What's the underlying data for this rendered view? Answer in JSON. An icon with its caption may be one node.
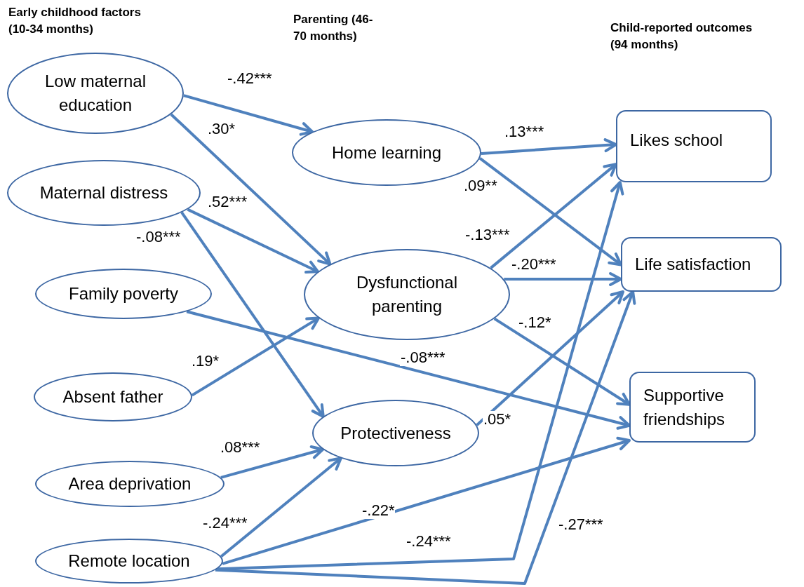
{
  "diagram": {
    "nodes": [
      {
        "text": [
          "Low maternal education"
        ]
      },
      {
        "text": [
          "Maternal distress"
        ]
      },
      {
        "text": [
          "Family poverty"
        ]
      },
      {
        "text": [
          "Absent father"
        ]
      },
      {
        "text": [
          "Area deprivation"
        ]
      },
      {
        "text": [
          "Remote location"
        ]
      },
      {
        "text": [
          "Home learning"
        ]
      },
      {
        "text": [
          "Dysfunctional parenting"
        ]
      },
      {
        "text": [
          "Protectiveness"
        ]
      },
      {
        "text": [
          "Likes school"
        ]
      },
      {
        "text": [
          "Life satisfaction"
        ]
      },
      {
        "text": [
          "Supportive friendships"
        ]
      }
    ],
    "edges": [
      {
        "from": 0,
        "to": 6,
        "arrow": "to",
        "label": "-.42***"
      },
      {
        "from": 0,
        "to": 7,
        "arrow": "to",
        "label": ".30*"
      },
      {
        "from": 1,
        "to": 7,
        "arrow": "to",
        "label": ".52***"
      },
      {
        "from": 1,
        "to": 8,
        "arrow": "to",
        "label": "-.08***"
      },
      {
        "from": 2,
        "to": 11,
        "arrow": "to",
        "label": "-.08***"
      },
      {
        "from": 3,
        "to": 7,
        "arrow": "to",
        "label": ".19*"
      },
      {
        "from": 4,
        "to": 8,
        "arrow": "to",
        "label": ".08***"
      },
      {
        "from": 5,
        "to": 8,
        "arrow": "to",
        "label": "-.24***"
      },
      {
        "from": 5,
        "to": 11,
        "arrow": "to",
        "label": "-.22*"
      },
      {
        "from": 5,
        "to": 9,
        "arrow": "to",
        "label": "-.24***"
      },
      {
        "from": 5,
        "to": 10,
        "arrow": "to",
        "label": "-.27***"
      },
      {
        "from": 6,
        "to": 9,
        "arrow": "to",
        "label": ".13***"
      },
      {
        "from": 6,
        "to": 10,
        "arrow": "to",
        "label": ".09**"
      },
      {
        "from": 7,
        "to": 9,
        "arrow": "to",
        "label": "-.13***"
      },
      {
        "from": 7,
        "to": 10,
        "arrow": "to",
        "label": "-.20***"
      },
      {
        "from": 7,
        "to": 11,
        "arrow": "to",
        "label": "-.12*"
      },
      {
        "from": 8,
        "to": 10,
        "arrow": "to",
        "label": ".05*"
      }
    ],
    "labels": [
      "Early childhood factors (10-34 months)",
      "Parenting (46-70 months)",
      "Child-reported outcomes (94 months)"
    ]
  }
}
